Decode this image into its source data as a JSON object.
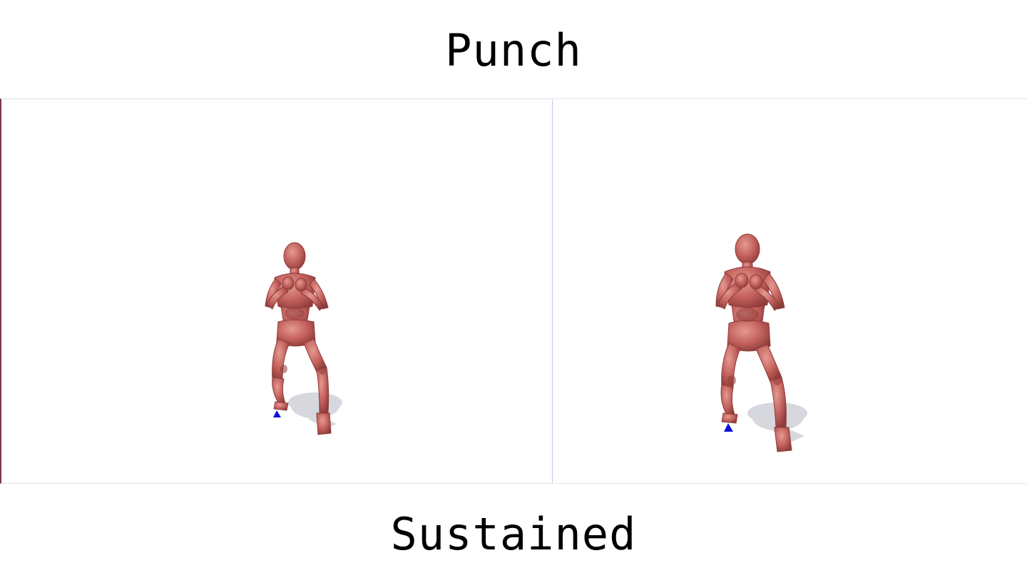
{
  "captions": {
    "top": "Punch",
    "bottom": "Sustained"
  },
  "colors": {
    "figure_body": "#c4625e",
    "figure_shade": "#8e3c3a",
    "figure_highlight": "#e49a92",
    "shadow": "#cfd2d8",
    "foot_marker": "#1010e0",
    "background": "#ffffff"
  },
  "panels": [
    {
      "name": "left-viewport",
      "figure": "mannequin-guard-stance",
      "marker": "blue-contact-marker"
    },
    {
      "name": "right-viewport",
      "figure": "mannequin-guard-stance",
      "marker": "blue-contact-marker"
    }
  ]
}
